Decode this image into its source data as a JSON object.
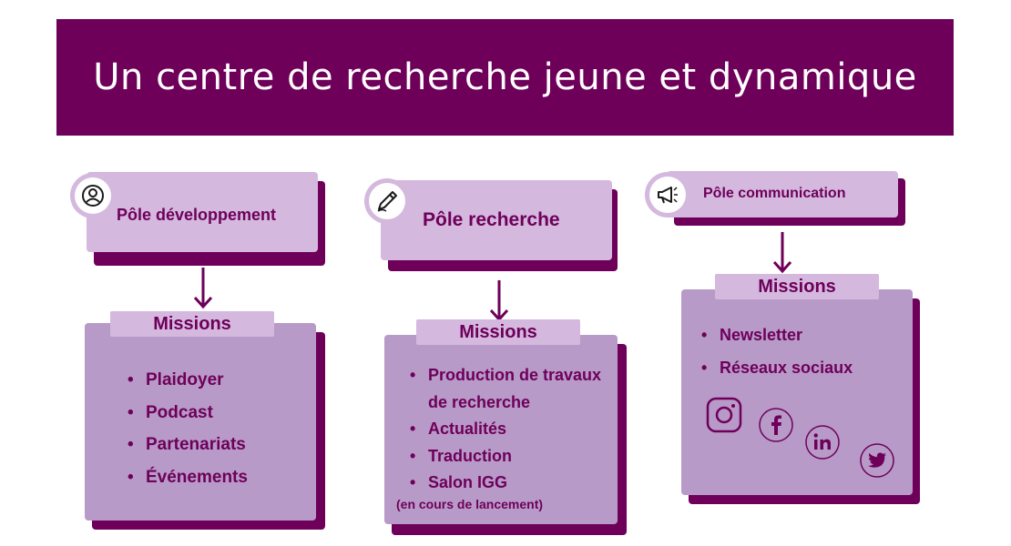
{
  "title": "Un centre de recherche jeune et dynamique",
  "colors": {
    "primary": "#6e005a",
    "light": "#d4b8de",
    "mid": "#b89ac8",
    "background": "#ffffff"
  },
  "poles": [
    {
      "label": "Pôle développement",
      "icon": "user-icon",
      "missions_title": "Missions",
      "missions": [
        "Plaidoyer",
        "Podcast",
        "Partenariats",
        "Événements"
      ]
    },
    {
      "label": "Pôle recherche",
      "icon": "pen-icon",
      "missions_title": "Missions",
      "missions": [
        "Production de travaux de recherche",
        "Actualités",
        "Traduction",
        "Salon IGG"
      ],
      "note": "(en cours de lancement)"
    },
    {
      "label": "Pôle communication",
      "icon": "megaphone-icon",
      "missions_title": "Missions",
      "missions": [
        "Newsletter",
        "Réseaux sociaux"
      ],
      "social_icons": [
        "instagram-icon",
        "facebook-icon",
        "linkedin-icon",
        "twitter-icon"
      ]
    }
  ]
}
